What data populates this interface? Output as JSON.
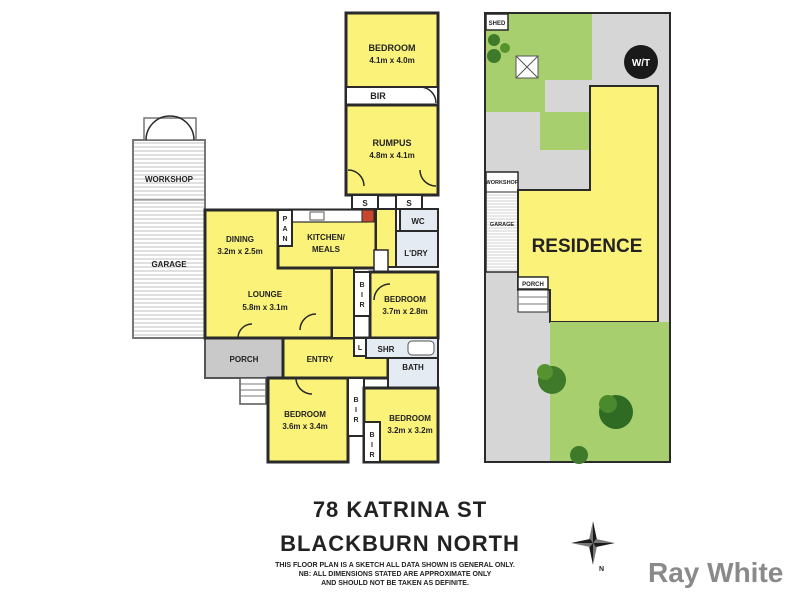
{
  "floorplan": {
    "rooms": {
      "bedroom_top": {
        "name": "BEDROOM",
        "dims": "4.1m x 4.0m"
      },
      "bir_top": {
        "name": "BIR"
      },
      "rumpus": {
        "name": "RUMPUS",
        "dims": "4.8m x 4.1m"
      },
      "s_left": {
        "name": "S"
      },
      "s_right": {
        "name": "S"
      },
      "wc": {
        "name": "WC"
      },
      "laundry": {
        "name": "L'DRY"
      },
      "workshop": {
        "name": "WORKSHOP"
      },
      "garage": {
        "name": "GARAGE"
      },
      "dining": {
        "name": "DINING",
        "dims": "3.2m x 2.5m"
      },
      "pan": {
        "name": "PAN"
      },
      "kitchen": {
        "name": "KITCHEN/",
        "name2": "MEALS"
      },
      "bir_mid": {
        "name": "BIR"
      },
      "bedroom_mid": {
        "name": "BEDROOM",
        "dims": "3.7m x 2.8m"
      },
      "lounge": {
        "name": "LOUNGE",
        "dims": "5.8m x 3.1m"
      },
      "l_small": {
        "name": "L"
      },
      "shr": {
        "name": "SHR"
      },
      "porch": {
        "name": "PORCH"
      },
      "entry": {
        "name": "ENTRY"
      },
      "bath": {
        "name": "BATH"
      },
      "bedroom_bl": {
        "name": "BEDROOM",
        "dims": "3.6m x 3.4m"
      },
      "bir_bl": {
        "name": "BIR"
      },
      "bedroom_br": {
        "name": "BEDROOM",
        "dims": "3.2m x 3.2m"
      },
      "bir_br": {
        "name": "BIR"
      }
    }
  },
  "siteplan": {
    "shed": "SHED",
    "workshop": "WORKSHOP",
    "garage": "GARAGE",
    "residence": "RESIDENCE",
    "porch": "PORCH",
    "logo": "W/T"
  },
  "footer": {
    "address_line1": "78 KATRINA ST",
    "address_line2": "BLACKBURN NORTH",
    "disclaimer_1": "THIS FLOOR PLAN IS A SKETCH ALL DATA SHOWN IS GENERAL ONLY.",
    "disclaimer_2": "NB: ALL DIMENSIONS STATED ARE APPROXIMATE ONLY",
    "disclaimer_3": "AND SHOULD NOT BE TAKEN AS DEFINITE.",
    "compass_letter": "N",
    "brand": "Ray White"
  },
  "colors": {
    "room": "#fbf27a",
    "porch": "#c9c9c9",
    "lawn": "#a7cf6e",
    "paving": "#d6d6d6",
    "brand": "#8a8a8a"
  }
}
